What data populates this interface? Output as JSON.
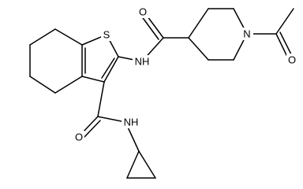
{
  "molecule": {
    "atom_labels": {
      "sulfur": "S",
      "amide1_oxygen": "O",
      "amide1_nitrogen": "NH",
      "amide2_oxygen": "O",
      "amide2_nitrogen": "NH",
      "piperidine_nitrogen": "N",
      "acetyl_oxygen": "O"
    }
  }
}
